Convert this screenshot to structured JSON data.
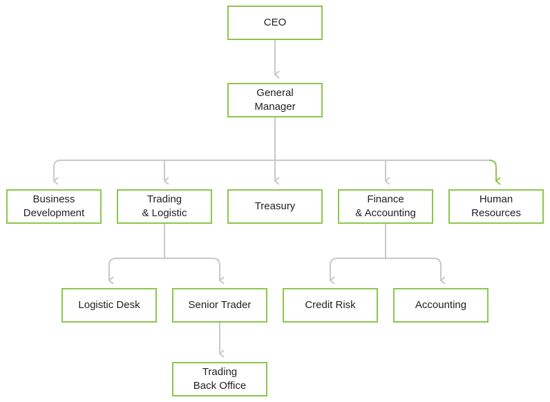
{
  "title": "Organization chart",
  "colors": {
    "border": "#8cc64a",
    "connector": "#c8c8c8",
    "accent_connector": "#8cc64a",
    "text": "#1e1e1e"
  },
  "nodes": {
    "ceo": "CEO",
    "general_manager": "General\nManager",
    "business_development": "Business\nDevelopment",
    "trading_logistic": "Trading\n& Logistic",
    "treasury": "Treasury",
    "finance_accounting": "Finance\n& Accounting",
    "human_resources": "Human\nResources",
    "logistic_desk": "Logistic Desk",
    "senior_trader": "Senior Trader",
    "credit_risk": "Credit Risk",
    "accounting": "Accounting",
    "trading_back_office": "Trading\nBack Office"
  },
  "edges": [
    [
      "ceo",
      "general_manager"
    ],
    [
      "general_manager",
      "business_development"
    ],
    [
      "general_manager",
      "trading_logistic"
    ],
    [
      "general_manager",
      "treasury"
    ],
    [
      "general_manager",
      "finance_accounting"
    ],
    [
      "general_manager",
      "human_resources"
    ],
    [
      "trading_logistic",
      "logistic_desk"
    ],
    [
      "trading_logistic",
      "senior_trader"
    ],
    [
      "finance_accounting",
      "credit_risk"
    ],
    [
      "finance_accounting",
      "accounting"
    ],
    [
      "senior_trader",
      "trading_back_office"
    ]
  ]
}
